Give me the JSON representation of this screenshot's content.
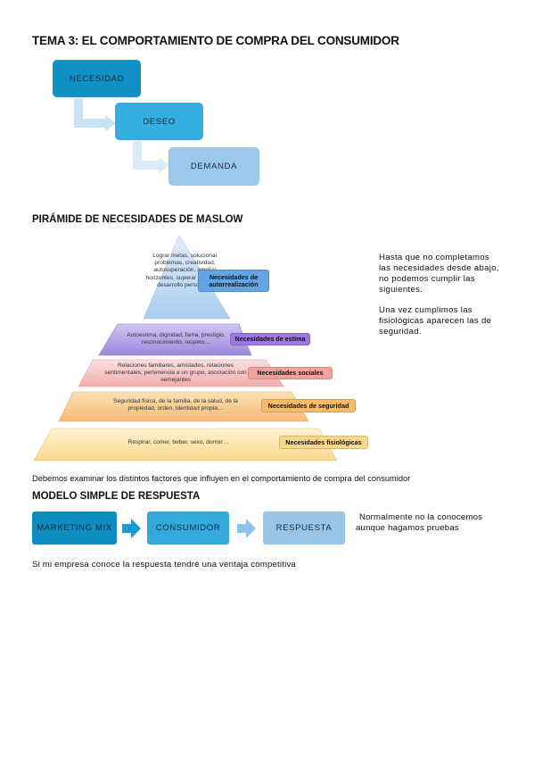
{
  "title": "TEMA 3: EL COMPORTAMIENTO DE COMPRA DEL CONSUMIDOR",
  "flow1": {
    "step1": "NECESIDAD",
    "step2": "DESEO",
    "step3": "DEMANDA"
  },
  "maslow": {
    "heading": "PIRÁMIDE DE NECESIDADES DE MASLOW",
    "levels": [
      {
        "text": "Lograr metas, solucionar problemas, creatividad, autosuperación, ampliar horizontes, superar prejuicios, desarrollo personal…",
        "tag": "Necesidades de autorrealización"
      },
      {
        "text": "Autoestima, dignidad, fama, prestigio, reconocimiento, respeto…",
        "tag": "Necesidades de estima"
      },
      {
        "text": "Relaciones familiares, amistades, relaciones sentimentales, pertenencia a un grupo, asociación con semejantes",
        "tag": "Necesidades sociales"
      },
      {
        "text": "Seguridad física, de la familia, de la salud, de la propiedad, orden, identidad propia…",
        "tag": "Necesidades de seguridad"
      },
      {
        "text": "Respirar, comer, beber, sexo, dormir…",
        "tag": "Necesidades fisiológicas"
      }
    ],
    "colors": [
      "#b9d7f1",
      "#a998e0",
      "#f6c0c0",
      "#f8c98a",
      "#fbe2a3"
    ],
    "tag_colors": [
      "#5fa2e4",
      "#9a76df",
      "#f09b95",
      "#f6b866",
      "#f8d98c"
    ],
    "note1": "Hasta que no completamos las necesidades desde abajo, no podemos cumplir las siguientes.",
    "note2": "Una vez cumplimos las fisiológicas aparecen las de seguridad."
  },
  "factors_text": "Debemos examinar los distintos factores que influyen en el comportamiento de compra del consumidor",
  "model": {
    "heading": "MODELO SIMPLE DE RESPUESTA",
    "step1": "MARKETING MIX",
    "step2": "CONSUMIDOR",
    "step3": "RESPUESTA",
    "note": "Normalmente no la conocemos aunque hagamos pruebas"
  },
  "conclusion": "Si mi empresa conoce la respuesta tendré una ventaja competitiva"
}
